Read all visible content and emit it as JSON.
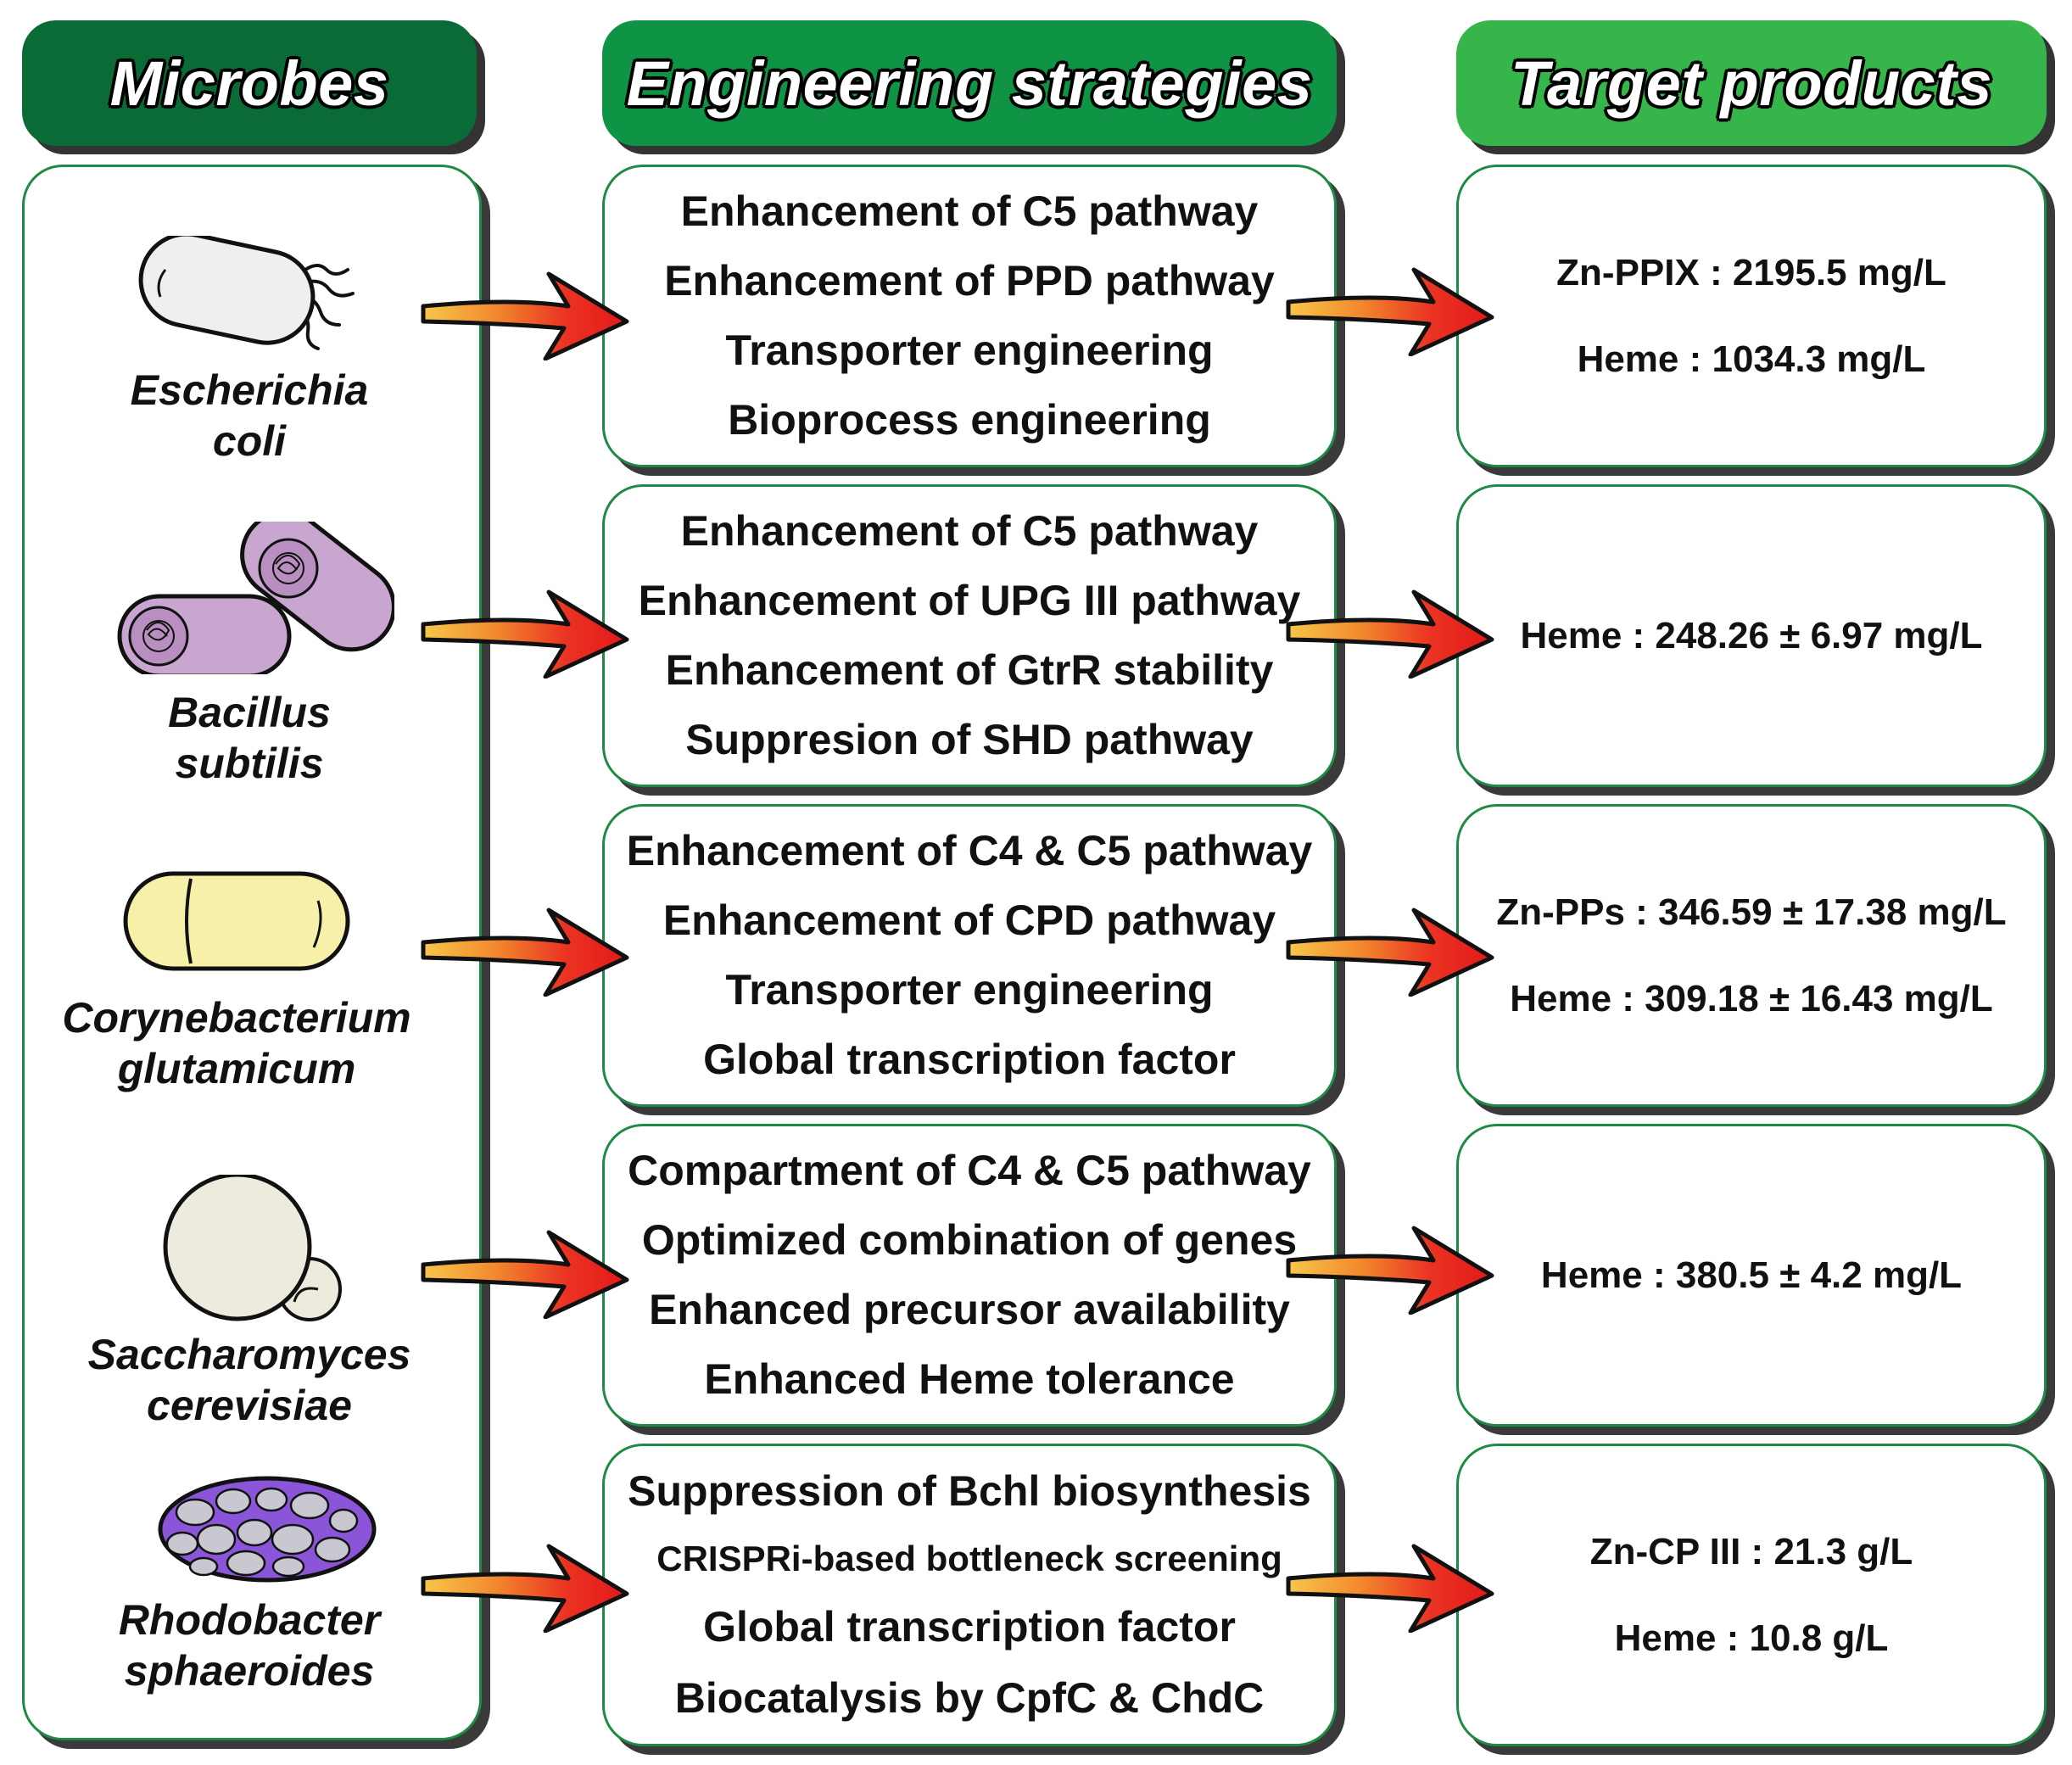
{
  "headers": {
    "microbes": "Microbes",
    "strategies": "Engineering strategies",
    "products": "Target products"
  },
  "colors": {
    "header_microbes": "#0b6b36",
    "header_strategies": "#0f9446",
    "header_products": "#35b54a",
    "box_border": "#1e8b44",
    "arrow_tail": "#f2b13a",
    "arrow_head": "#e8211d"
  },
  "rows": [
    {
      "microbe": {
        "line1": "Escherichia",
        "line2": "coli",
        "icon": "e-coli-icon"
      },
      "strategies": [
        "Enhancement of C5 pathway",
        "Enhancement of PPD pathway",
        "Transporter engineering",
        "Bioprocess engineering"
      ],
      "products": [
        "Zn-PPIX : 2195.5 mg/L",
        "Heme : 1034.3 mg/L"
      ]
    },
    {
      "microbe": {
        "line1": "Bacillus",
        "line2": "subtilis",
        "icon": "bacillus-icon"
      },
      "strategies": [
        "Enhancement of C5 pathway",
        "Enhancement of UPG III pathway",
        "Enhancement of GtrR stability",
        "Suppresion of SHD pathway"
      ],
      "products": [
        "Heme : 248.26 ± 6.97 mg/L"
      ]
    },
    {
      "microbe": {
        "line1": "Corynebacterium",
        "line2": "glutamicum",
        "icon": "corynebacterium-icon"
      },
      "strategies": [
        "Enhancement of C4 & C5 pathway",
        "Enhancement of CPD pathway",
        "Transporter engineering",
        "Global transcription factor"
      ],
      "products": [
        "Zn-PPs : 346.59 ± 17.38 mg/L",
        "Heme : 309.18 ± 16.43 mg/L"
      ]
    },
    {
      "microbe": {
        "line1": "Saccharomyces",
        "line2": "cerevisiae",
        "icon": "yeast-icon"
      },
      "strategies": [
        "Compartment of C4 & C5 pathway",
        "Optimized combination of genes",
        "Enhanced precursor availability",
        "Enhanced Heme tolerance"
      ],
      "products": [
        "Heme : 380.5 ± 4.2 mg/L"
      ]
    },
    {
      "microbe": {
        "line1": "Rhodobacter",
        "line2": "sphaeroides",
        "icon": "rhodobacter-icon"
      },
      "strategies": [
        "Suppression of Bchl biosynthesis",
        "CRISPRi-based bottleneck screening",
        "Global transcription factor",
        "Biocatalysis by CpfC & ChdC"
      ],
      "products": [
        "Zn-CP III : 21.3 g/L",
        "Heme : 10.8 g/L"
      ]
    }
  ]
}
